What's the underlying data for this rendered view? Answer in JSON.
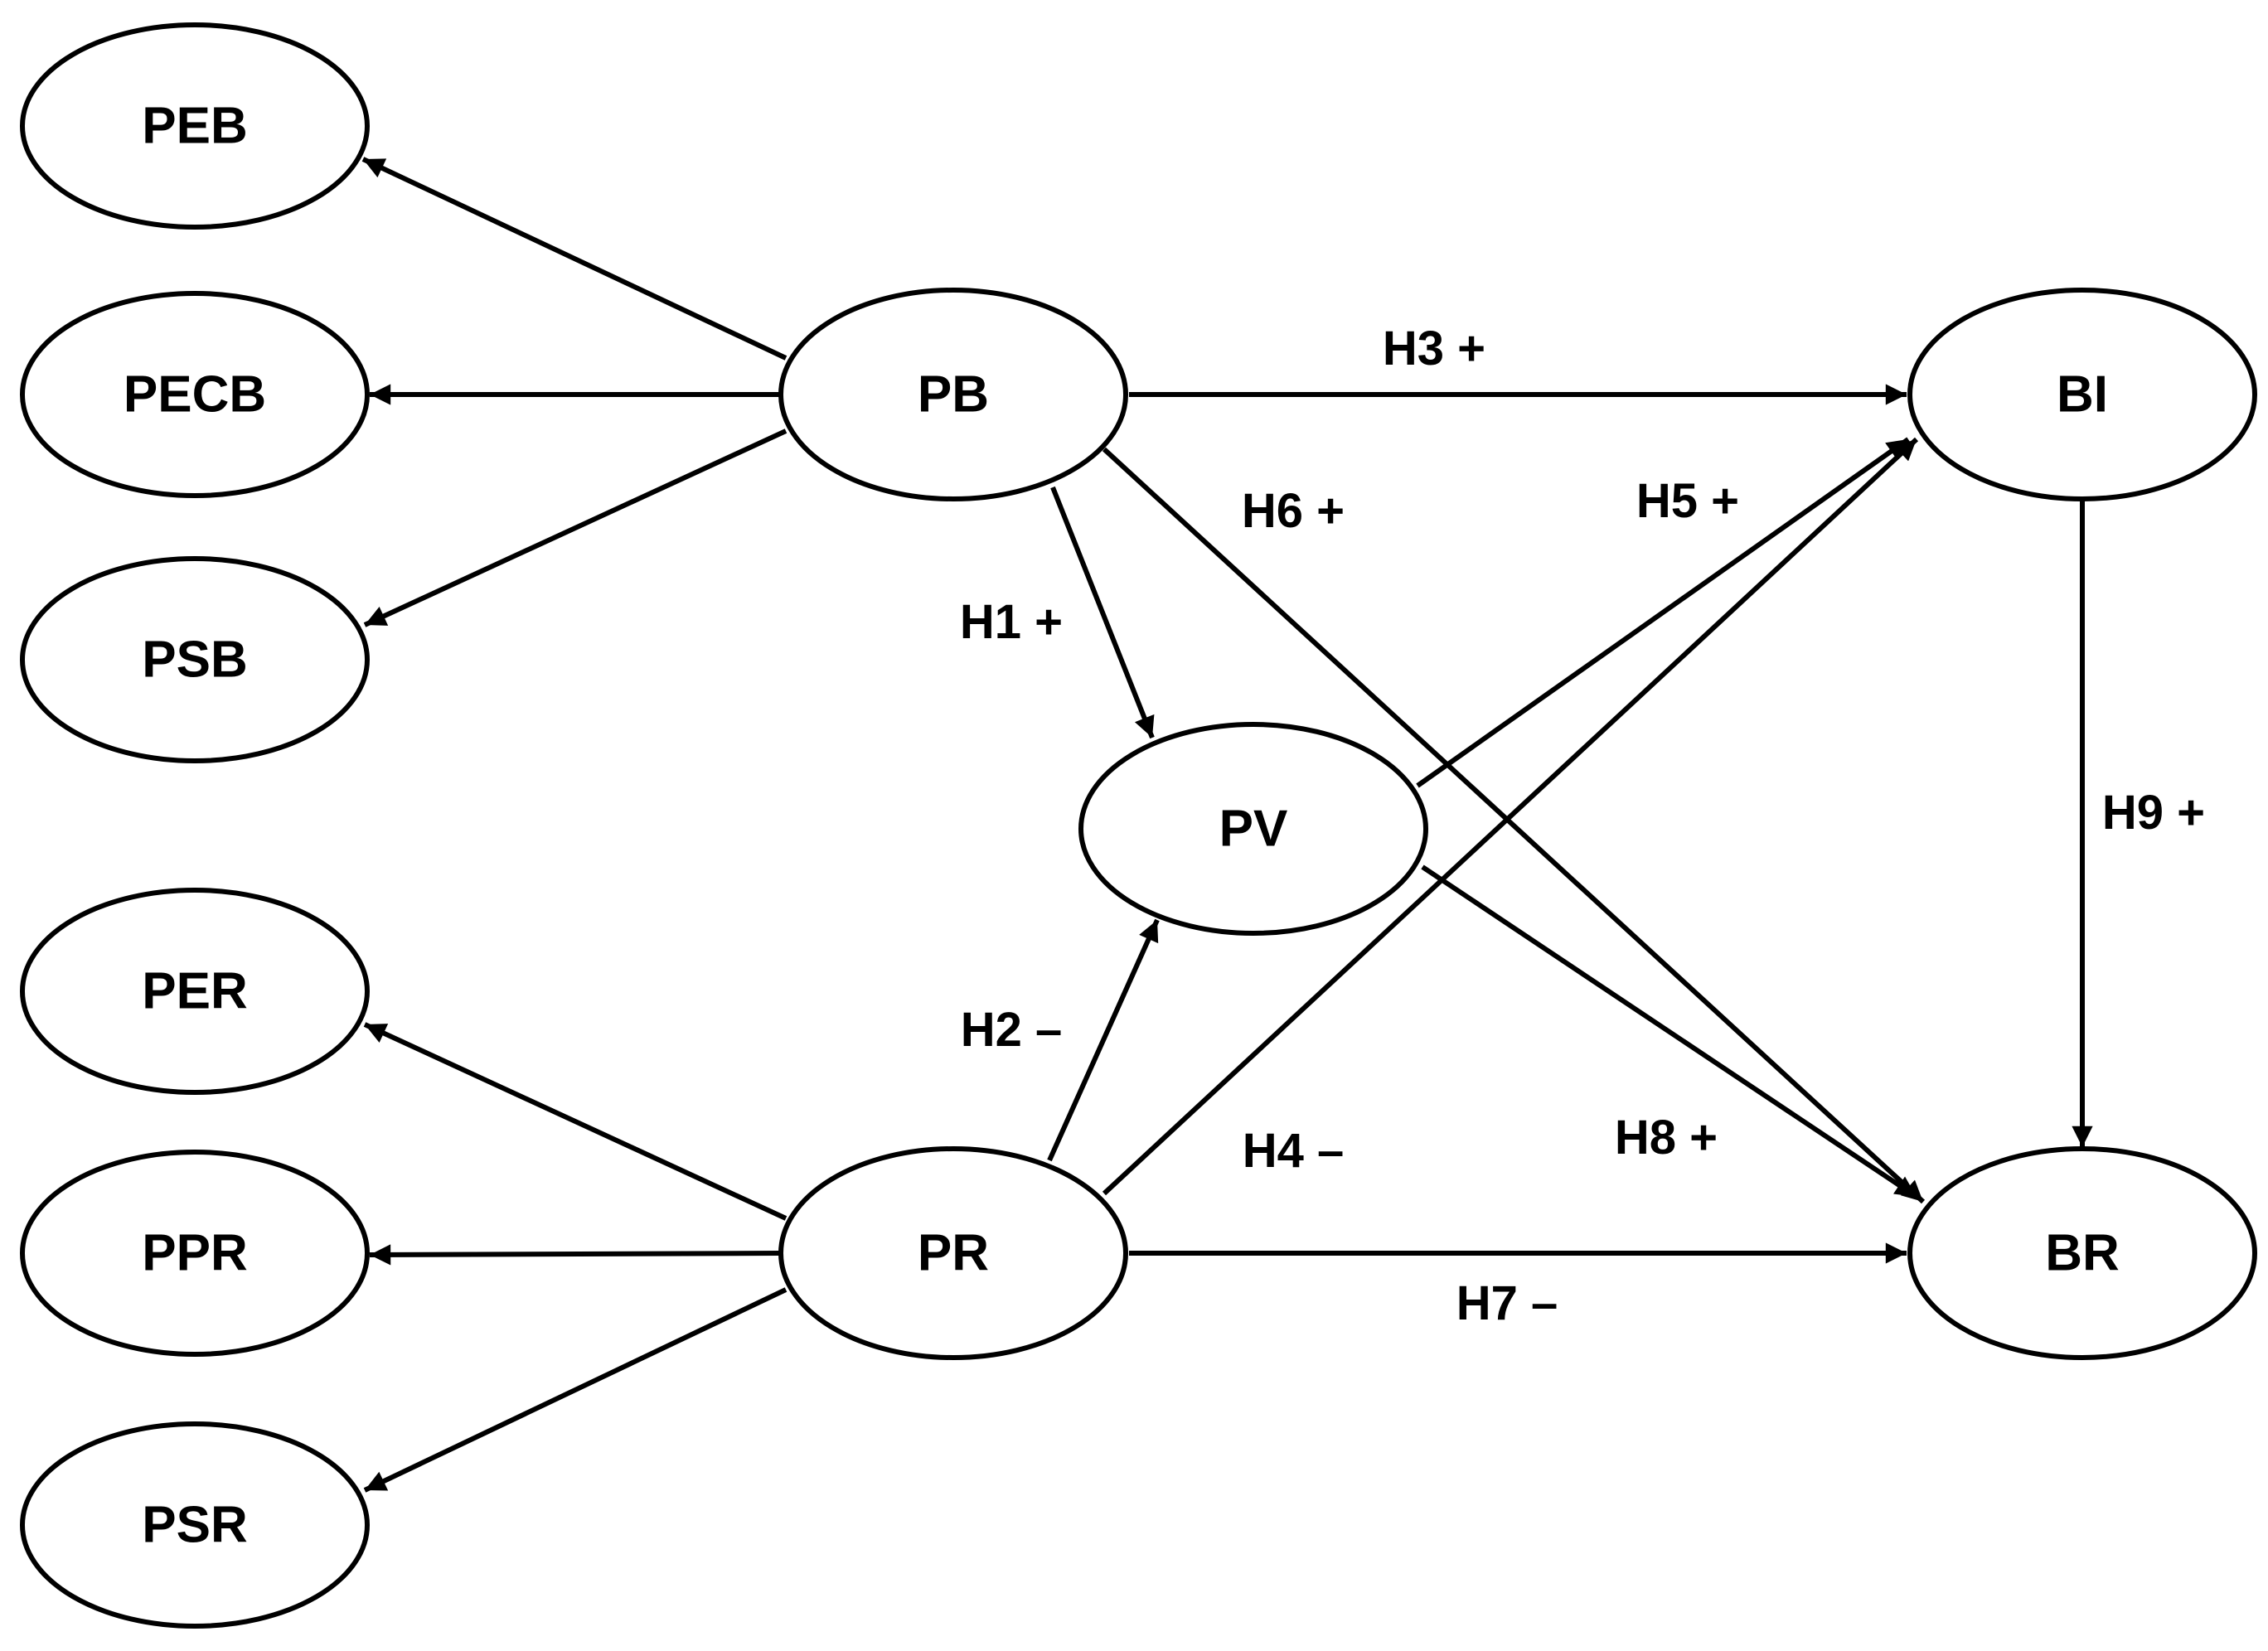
{
  "nodes": [
    {
      "id": "PEB",
      "label": "PEB"
    },
    {
      "id": "PECB",
      "label": "PECB"
    },
    {
      "id": "PSB",
      "label": "PSB"
    },
    {
      "id": "PB",
      "label": "PB"
    },
    {
      "id": "PV",
      "label": "PV"
    },
    {
      "id": "BI",
      "label": "BI"
    },
    {
      "id": "PER",
      "label": "PER"
    },
    {
      "id": "PPR",
      "label": "PPR"
    },
    {
      "id": "PSR",
      "label": "PSR"
    },
    {
      "id": "PR",
      "label": "PR"
    },
    {
      "id": "BR",
      "label": "BR"
    }
  ],
  "edges": [
    {
      "id": "pb-peb",
      "from": "PB",
      "to": "PEB",
      "label": ""
    },
    {
      "id": "pb-pecb",
      "from": "PB",
      "to": "PECB",
      "label": ""
    },
    {
      "id": "pb-psb",
      "from": "PB",
      "to": "PSB",
      "label": ""
    },
    {
      "id": "pr-per",
      "from": "PR",
      "to": "PER",
      "label": ""
    },
    {
      "id": "pr-ppr",
      "from": "PR",
      "to": "PPR",
      "label": ""
    },
    {
      "id": "pr-psr",
      "from": "PR",
      "to": "PSR",
      "label": ""
    },
    {
      "id": "h1",
      "from": "PB",
      "to": "PV",
      "label": "H1 +"
    },
    {
      "id": "h2",
      "from": "PR",
      "to": "PV",
      "label": "H2 –"
    },
    {
      "id": "h3",
      "from": "PB",
      "to": "BI",
      "label": "H3 +"
    },
    {
      "id": "h4",
      "from": "PR",
      "to": "BI",
      "label": "H4 –"
    },
    {
      "id": "h5",
      "from": "PV",
      "to": "BI",
      "label": "H5 +"
    },
    {
      "id": "h6",
      "from": "PB",
      "to": "BR",
      "label": "H6 +"
    },
    {
      "id": "h7",
      "from": "PR",
      "to": "BR",
      "label": "H7 –"
    },
    {
      "id": "h8",
      "from": "PV",
      "to": "BR",
      "label": "H8 +"
    },
    {
      "id": "h9",
      "from": "BI",
      "to": "BR",
      "label": "H9 +"
    }
  ],
  "colors": {
    "stroke": "#000000",
    "fill": "#ffffff",
    "text": "#000000"
  }
}
